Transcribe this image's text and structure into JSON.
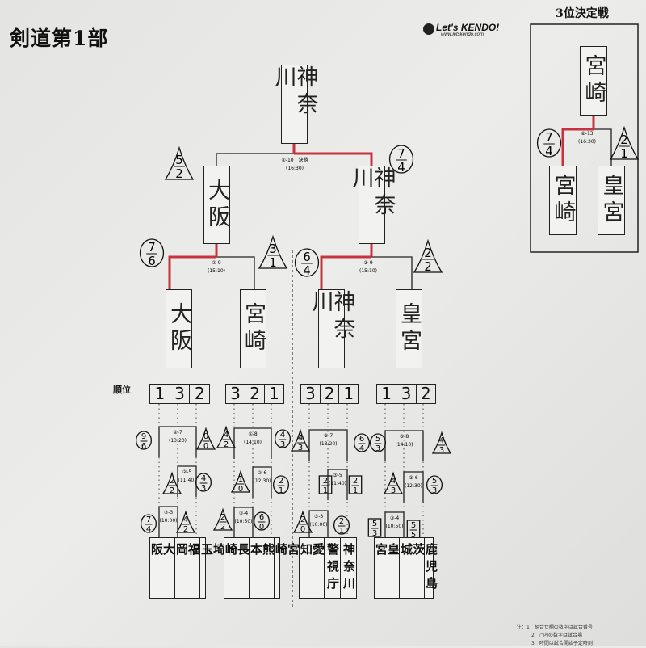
{
  "title": "剣道第1部",
  "logo": {
    "main": "Let's KENDO!",
    "url": "www.letskendo.com"
  },
  "third_place": {
    "title": "3位決定戦",
    "winner": "宮崎",
    "match": "⑥-13",
    "time": "(16:30)",
    "teams": [
      "宮崎",
      "皇宮"
    ]
  },
  "final": {
    "champion": "神奈川",
    "match": "②-10　決勝",
    "time": "(16:30)",
    "teams": [
      "大阪",
      "神奈川"
    ]
  },
  "semis": [
    {
      "match": "②-9",
      "time": "(15:10)",
      "teams": [
        "大阪",
        "宮崎"
      ]
    },
    {
      "match": "③-9",
      "time": "(15:10)",
      "teams": [
        "神奈川",
        "皇宮"
      ]
    }
  ],
  "rank_label": "順位",
  "ranks": [
    [
      "1",
      "3",
      "2"
    ],
    [
      "3",
      "2",
      "1"
    ],
    [
      "3",
      "2",
      "1"
    ],
    [
      "1",
      "3",
      "2"
    ]
  ],
  "groups": [
    {
      "teams": [
        "大阪",
        "福岡",
        "埼玉"
      ],
      "matches": [
        {
          "id": "②-7",
          "time": "(13:20)"
        },
        {
          "id": "②-5",
          "time": "(11:40)"
        },
        {
          "id": "②-3",
          "time": "(10:00)"
        }
      ]
    },
    {
      "teams": [
        "長崎",
        "熊本",
        "宮崎"
      ],
      "matches": [
        {
          "id": "②-8",
          "time": "(14:10)"
        },
        {
          "id": "②-6",
          "time": "(12:30)"
        },
        {
          "id": "②-4",
          "time": "(10:50)"
        }
      ]
    },
    {
      "teams": [
        "愛知",
        "警視庁",
        "神奈川"
      ],
      "matches": [
        {
          "id": "③-7",
          "time": "(13:20)"
        },
        {
          "id": "③-5",
          "time": "(11:40)"
        },
        {
          "id": "③-3",
          "time": "(10:00)"
        }
      ]
    },
    {
      "teams": [
        "皇宮",
        "茨城",
        "鹿児島"
      ],
      "matches": [
        {
          "id": "③-8",
          "time": "(14:10)"
        },
        {
          "id": "③-6",
          "time": "(12:30)"
        },
        {
          "id": "③-4",
          "time": "(10:50)"
        }
      ]
    }
  ],
  "scores": [
    {
      "shape": "triangle",
      "top": "5",
      "bottom": "2"
    },
    {
      "shape": "circle",
      "top": "7",
      "bottom": "4"
    },
    {
      "shape": "circle",
      "top": "7",
      "bottom": "6"
    },
    {
      "shape": "triangle",
      "top": "3",
      "bottom": "1"
    },
    {
      "shape": "circle",
      "top": "6",
      "bottom": "4"
    },
    {
      "shape": "triangle",
      "top": "2",
      "bottom": "2"
    },
    {
      "shape": "circle",
      "top": "7",
      "bottom": "4"
    },
    {
      "shape": "triangle",
      "top": "2",
      "bottom": "1"
    },
    {
      "shape": "circle",
      "top": "9",
      "bottom": "6"
    },
    {
      "shape": "triangle",
      "top": "0",
      "bottom": "0"
    },
    {
      "shape": "triangle",
      "top": "4",
      "bottom": "2"
    },
    {
      "shape": "circle",
      "top": "4",
      "bottom": "3"
    },
    {
      "shape": "triangle",
      "top": "4",
      "bottom": "3"
    },
    {
      "shape": "circle",
      "top": "6",
      "bottom": "4"
    },
    {
      "shape": "circle",
      "top": "5",
      "bottom": "3"
    },
    {
      "shape": "triangle",
      "top": "4",
      "bottom": "3"
    },
    {
      "shape": "triangle",
      "top": "2",
      "bottom": "2"
    },
    {
      "shape": "circle",
      "top": "4",
      "bottom": "3"
    },
    {
      "shape": "triangle",
      "top": "1",
      "bottom": "0"
    },
    {
      "shape": "circle",
      "top": "2",
      "bottom": "1"
    },
    {
      "shape": "square",
      "top": "2",
      "bottom": "1"
    },
    {
      "shape": "square",
      "top": "2",
      "bottom": "1"
    },
    {
      "shape": "triangle",
      "top": "4",
      "bottom": "3"
    },
    {
      "shape": "circle",
      "top": "5",
      "bottom": "3"
    },
    {
      "shape": "circle",
      "top": "7",
      "bottom": "4"
    },
    {
      "shape": "triangle",
      "top": "4",
      "bottom": "2"
    },
    {
      "shape": "triangle",
      "top": "2",
      "bottom": "2"
    },
    {
      "shape": "circle",
      "top": "6",
      "bottom": "0"
    },
    {
      "shape": "triangle",
      "top": "2",
      "bottom": "0"
    },
    {
      "shape": "circle",
      "top": "2",
      "bottom": "1"
    },
    {
      "shape": "square",
      "top": "5",
      "bottom": "3"
    },
    {
      "shape": "square",
      "top": "5",
      "bottom": "5"
    }
  ],
  "notes": [
    "注：1　組合せ欄の数字は試合番号",
    "2　○内の数字は試合場",
    "3　時間は試合開始予定時刻"
  ],
  "colors": {
    "winner_line": "#c8323c",
    "ink": "#222222"
  }
}
